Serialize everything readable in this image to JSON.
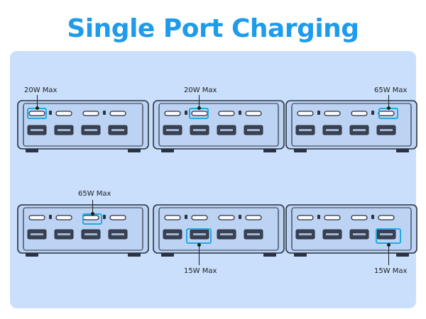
{
  "title": "Single Port Charging",
  "scenarios": [
    {
      "label": "20W Max"
    },
    {
      "label": "20W Max"
    },
    {
      "label": "65W Max"
    },
    {
      "label": "65W Max"
    },
    {
      "label": "15W Max"
    },
    {
      "label": "15W Max"
    }
  ],
  "colors": {
    "title": "#1e9bea",
    "panel": "#c9dffb",
    "device_body": "#bcd3f4",
    "device_outline": "#2b3340",
    "highlight": "#23a9e3"
  }
}
